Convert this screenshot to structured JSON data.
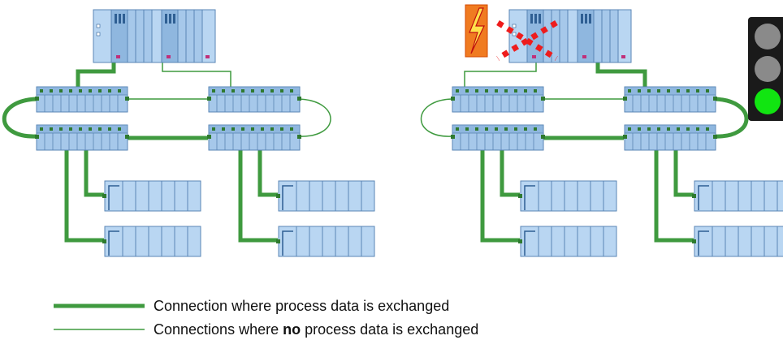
{
  "legend": {
    "thick_label": "Connection where process data is exchanged",
    "thin_label_before": "Connections where ",
    "thin_label_bold": "no",
    "thin_label_after": " process data is exchanged"
  },
  "colors": {
    "connection_green": "#3f9a3f",
    "module_blue": "#9fc3e6",
    "module_border": "#5a86b5",
    "alarm_red": "#ee1c1c",
    "lightning_orange": "#f07b21",
    "traffic_light_body": "#1a1a1a",
    "lamp_off": "#8a8a8a",
    "lamp_green": "#11e511"
  },
  "icons": {
    "fault": "lightning-bolt-icon",
    "status": "traffic-light-icon"
  },
  "traffic_light": {
    "active_lamp": "green"
  }
}
